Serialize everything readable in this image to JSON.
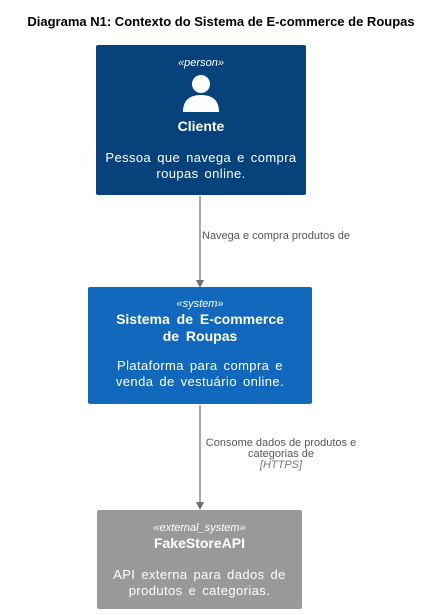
{
  "title": "Diagrama N1: Contexto do Sistema de E-commerce de Roupas",
  "colors": {
    "person": "#08427b",
    "system": "#1168bd",
    "external": "#999999",
    "arrow": "#707070"
  },
  "nodes": {
    "person": {
      "stereotype": "«person»",
      "name": "Cliente",
      "icon": "person-icon",
      "description": "Pessoa que navega e compra roupas online."
    },
    "system": {
      "stereotype": "«system»",
      "name": "Sistema de E-commerce de Roupas",
      "description": "Plataforma para compra e venda de vestuário online."
    },
    "external": {
      "stereotype": "«external_system»",
      "name": "FakeStoreAPI",
      "description": "API externa para dados de produtos e categorias."
    }
  },
  "edges": [
    {
      "label": "Navega e compra produtos de"
    },
    {
      "label": "Consome dados de produtos e categorias de",
      "technology": "[HTTPS]"
    }
  ]
}
